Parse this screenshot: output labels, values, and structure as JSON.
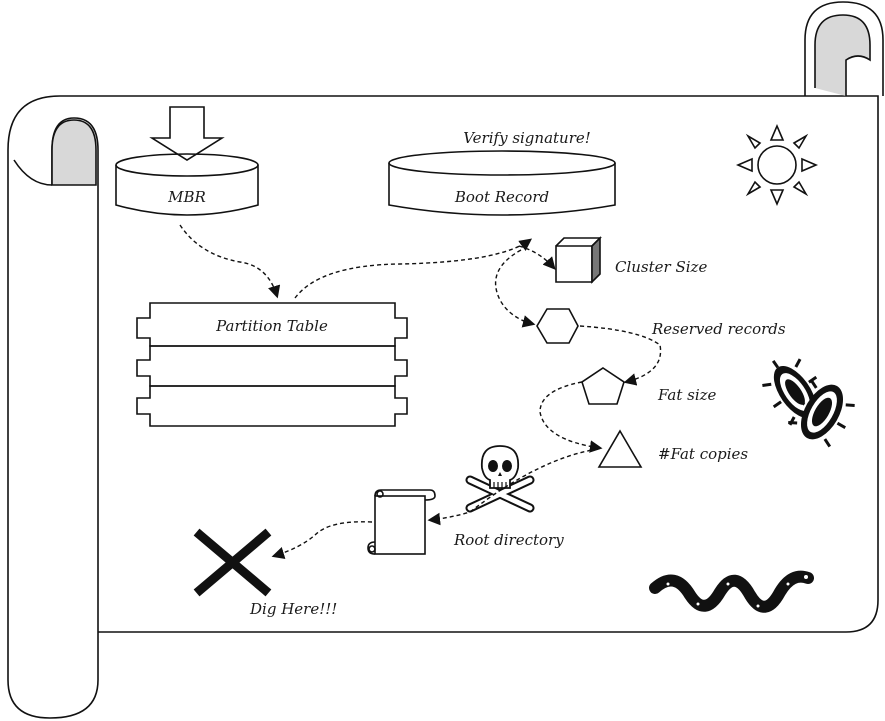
{
  "labels": {
    "mbr": "MBR",
    "verify": "Verify signature!",
    "boot_record": "Boot Record",
    "partition_table": "Partition Table",
    "cluster_size": "Cluster Size",
    "reserved_records": "Reserved records",
    "fat_size": "Fat size",
    "fat_copies": "#Fat copies",
    "root_directory": "Root directory",
    "dig_here": "Dig Here!!!"
  },
  "icons": {
    "arrow": "down-arrow-icon",
    "sun": "sun-icon",
    "cube": "cube-icon",
    "hexagon": "hexagon-icon",
    "pentagon": "pentagon-icon",
    "triangle": "triangle-icon",
    "skull": "skull-crossbones-icon",
    "scroll": "small-scroll-icon",
    "x_mark": "x-mark-icon",
    "bacteria": "bacteria-icon",
    "snake": "snake-icon"
  },
  "colors": {
    "ink": "#111111",
    "scroll_curl": "#d8d8d8",
    "paper": "#ffffff"
  }
}
